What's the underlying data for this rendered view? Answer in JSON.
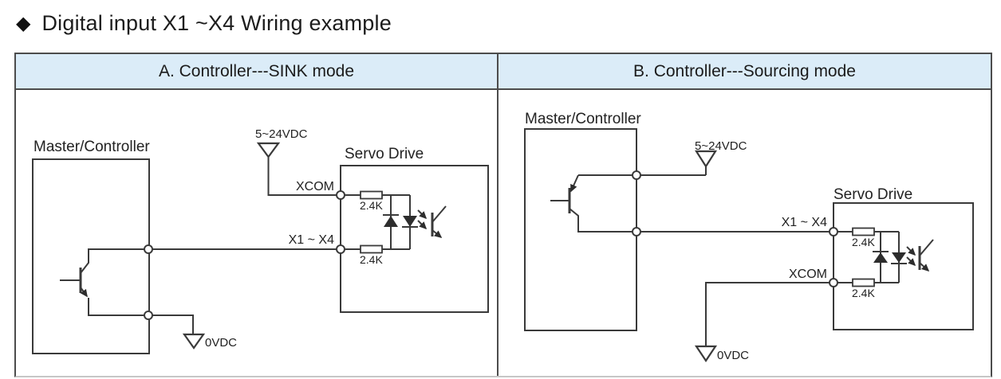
{
  "page": {
    "title_bullet": "◆",
    "title": "Digital input X1 ~X4 Wiring example"
  },
  "table": {
    "columns": [
      {
        "header": "A. Controller---SINK mode"
      },
      {
        "header": "B. Controller---Sourcing mode"
      }
    ]
  },
  "panel_a": {
    "controller_label": "Master/Controller",
    "supply_label": "5~24VDC",
    "xcom_label": "XCOM",
    "input_label": "X1 ~ X4",
    "servo_label": "Servo Drive",
    "resistor_top_label": "2.4K",
    "resistor_bottom_label": "2.4K",
    "ground_label": "0VDC"
  },
  "panel_b": {
    "controller_label": "Master/Controller",
    "supply_label": "5~24VDC",
    "xcom_label": "XCOM",
    "input_label": "X1 ~ X4",
    "servo_label": "Servo Drive",
    "resistor_top_label": "2.4K",
    "resistor_bottom_label": "2.4K",
    "ground_label": "0VDC"
  },
  "colors": {
    "header_bg": "#dbecf8",
    "line": "#3a3a3a",
    "border": "#4c4c4c",
    "text": "#1f1f1f"
  }
}
